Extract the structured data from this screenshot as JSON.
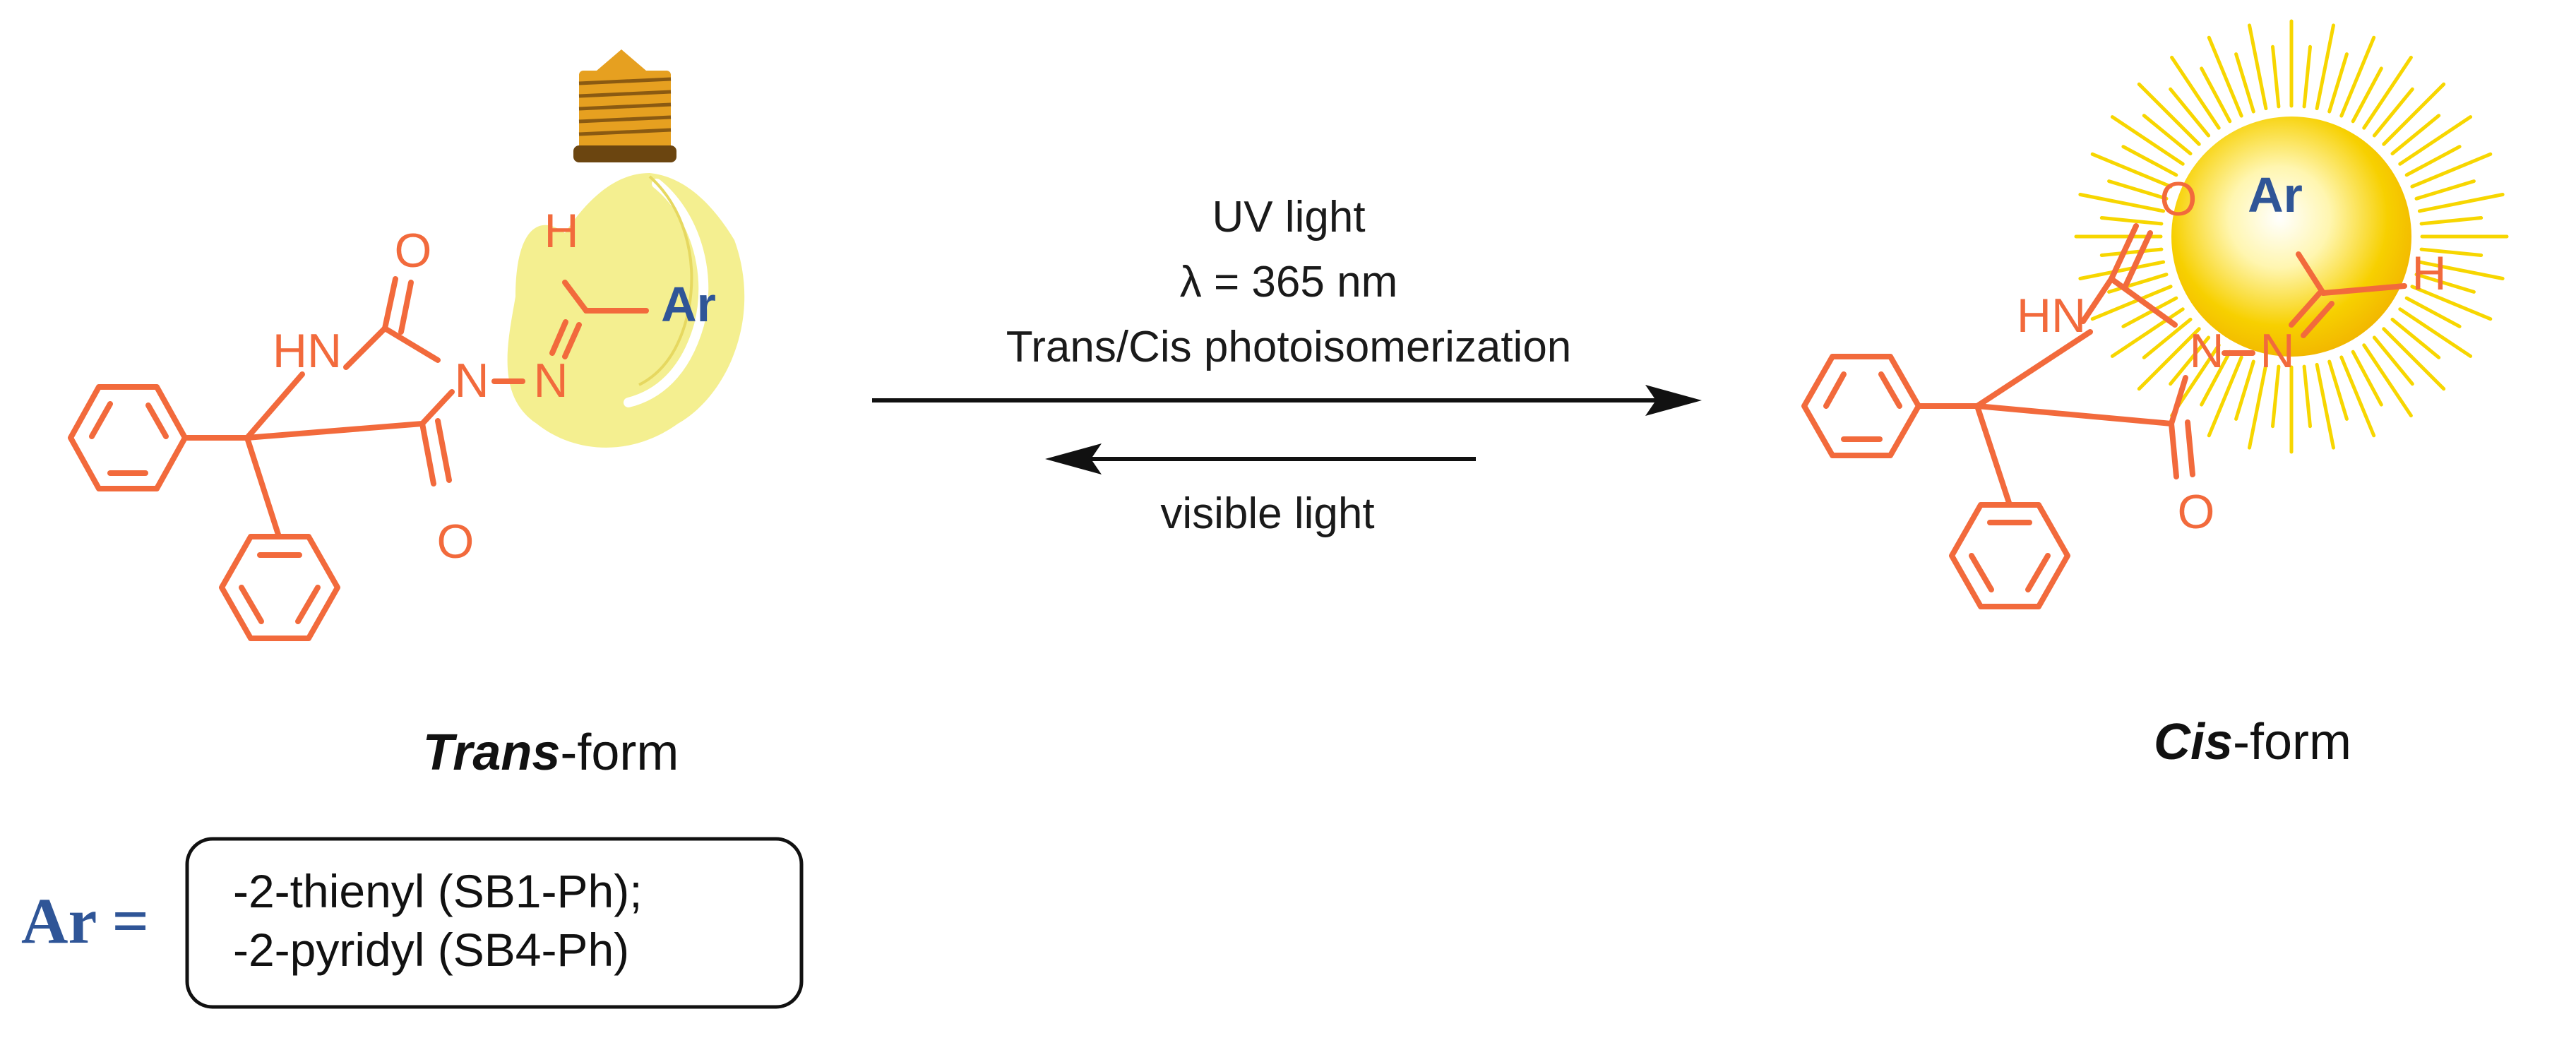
{
  "trans": {
    "atoms": {
      "o_top": "O",
      "o_bottom": "O",
      "hn": "HN",
      "n_ring": "N",
      "n_imine": "N",
      "h": "H",
      "ar": "Ar"
    },
    "label_italic": "Trans",
    "label_rest": "-form"
  },
  "cis": {
    "atoms": {
      "o_top": "O",
      "o_bottom": "O",
      "hn": "HN",
      "n_ring": "N",
      "n_imine": "N",
      "h": "H",
      "ar": "Ar"
    },
    "label_italic": "Cis",
    "label_rest": "-form"
  },
  "conditions": {
    "forward_line1": "UV light",
    "forward_line2": "λ = 365 nm",
    "forward_line3": "Trans/Cis photoisomerization",
    "reverse": "visible light"
  },
  "ar_definition": {
    "prefix": "Ar =",
    "options": [
      "-2-thienyl (SB1-Ph);",
      "-2-pyridyl (SB4-Ph)"
    ]
  },
  "colors": {
    "structure": "#f26a3c",
    "aryl_label": "#2f5597",
    "bulb_glass": "#f4ef90",
    "bulb_base": "#e6a020",
    "sun_rays": "#f7d600"
  }
}
